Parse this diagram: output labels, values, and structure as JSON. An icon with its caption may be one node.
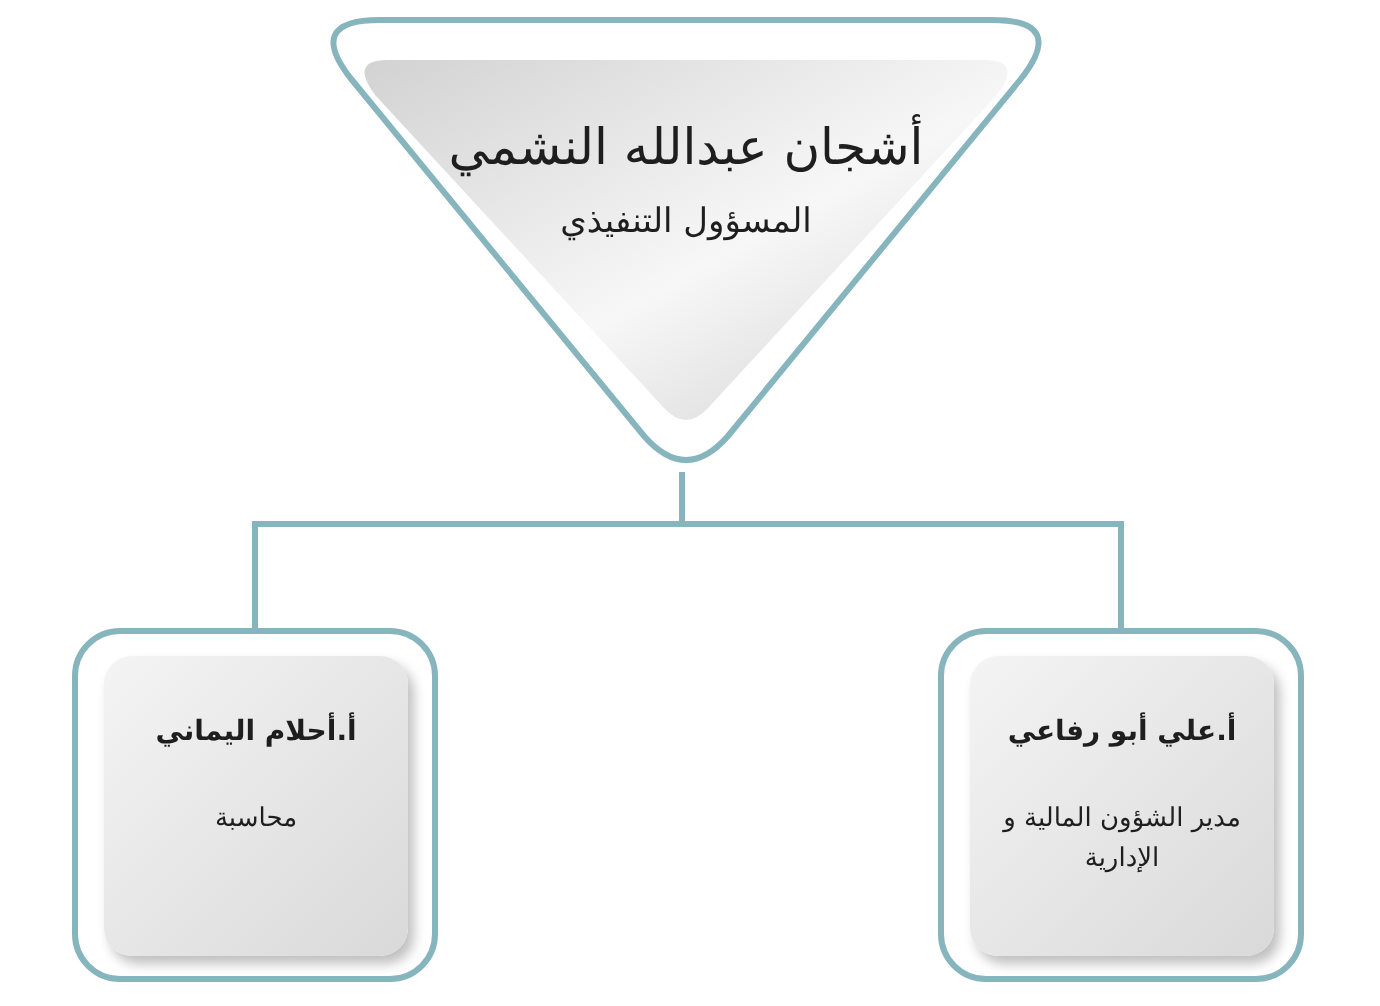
{
  "diagram": {
    "nodes": [
      {
        "text": [
          "أشجان عبدالله النشمي",
          "المسؤول التنفيذي"
        ]
      },
      {
        "text": [
          "أ.أحلام اليماني",
          "محاسبة"
        ]
      },
      {
        "text": [
          "أ.علي أبو رفاعي",
          "مدير الشؤون المالية و الإدارية"
        ]
      }
    ],
    "edges": [
      {
        "from": 0,
        "to": 1,
        "arrow": "none"
      },
      {
        "from": 0,
        "to": 2,
        "arrow": "none"
      }
    ]
  }
}
